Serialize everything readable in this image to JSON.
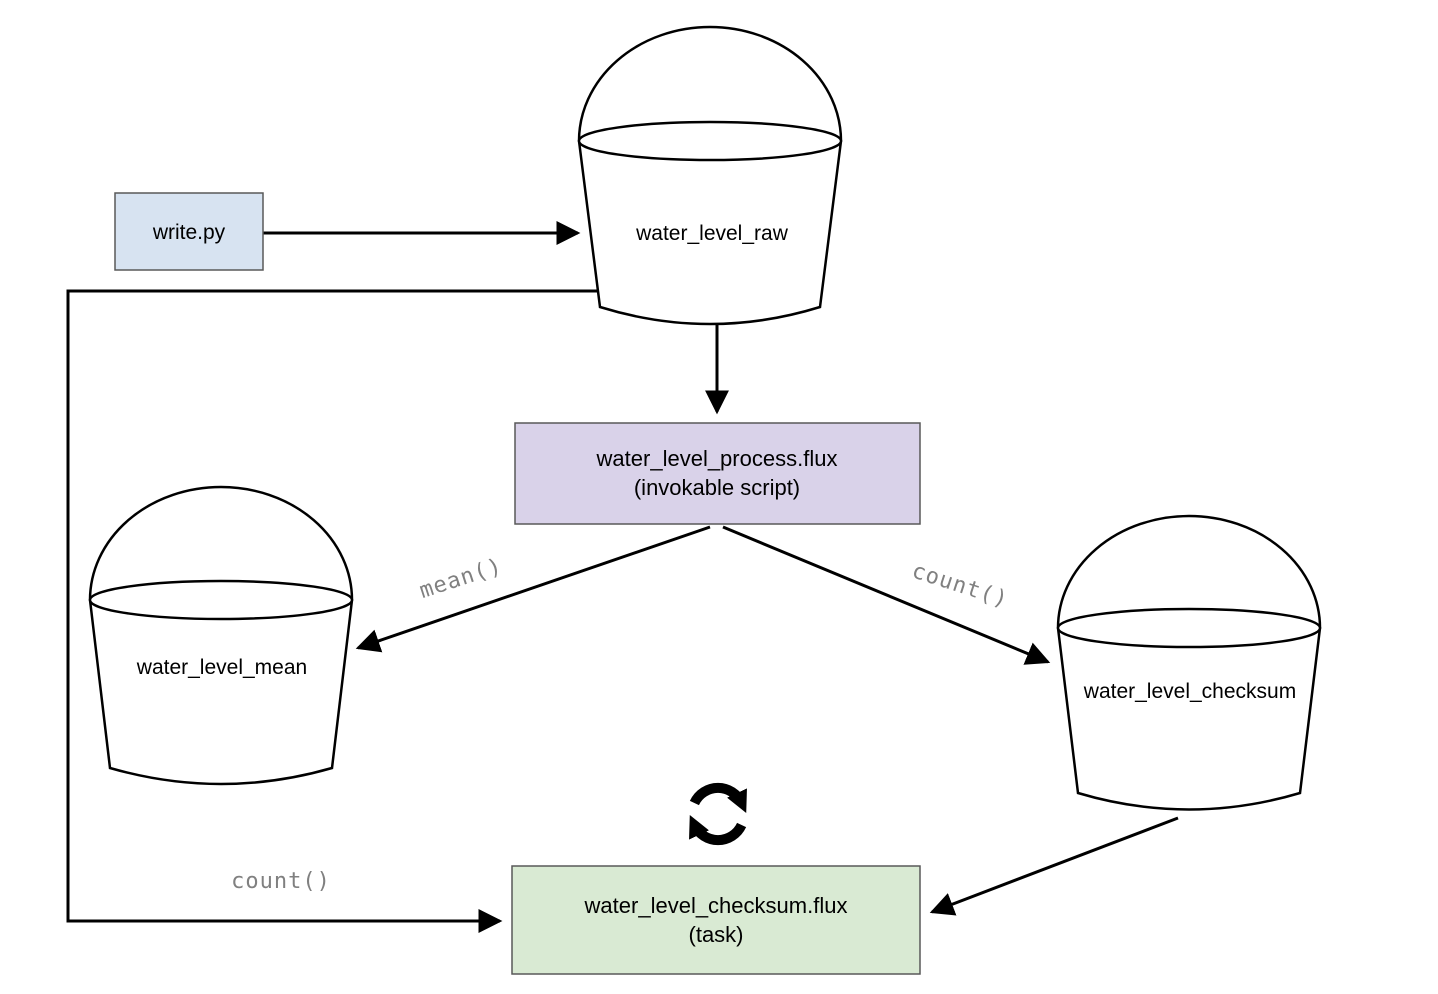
{
  "diagram": {
    "write_box": {
      "label": "write.py"
    },
    "raw_bucket": {
      "label": "water_level_raw"
    },
    "process_box": {
      "title": "water_level_process.flux",
      "subtitle": "(invokable script)"
    },
    "mean_bucket": {
      "label": "water_level_mean"
    },
    "checksum_bucket": {
      "label": "water_level_checksum"
    },
    "task_box": {
      "title": "water_level_checksum.flux",
      "subtitle": "(task)"
    },
    "edge_labels": {
      "mean": "mean()",
      "count_right": "count()",
      "count_left": "count()"
    },
    "colors": {
      "line": "#000000",
      "write_box_fill": "#d7e3f1",
      "process_box_fill": "#d9d2e9",
      "task_box_fill": "#d9ead3",
      "box_stroke": "#595959",
      "bucket_stroke": "#000000",
      "bucket_fill": "#ffffff",
      "edge_label": "#808080",
      "node_text": "#000000",
      "sync_icon": "#000000"
    }
  }
}
